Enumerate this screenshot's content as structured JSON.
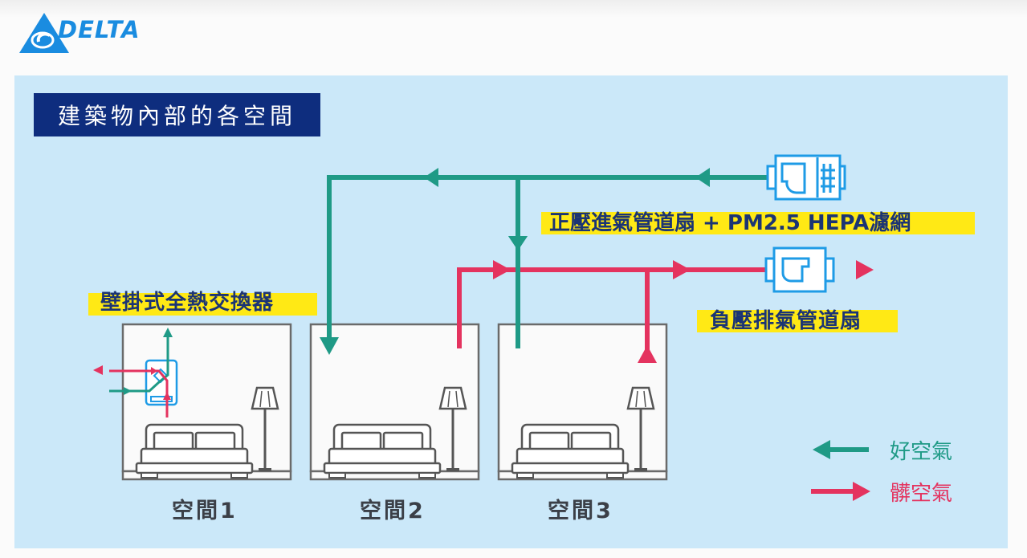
{
  "brand": {
    "name": "DELTA",
    "logo_icon": "delta-triangle-logo",
    "color": "#1a8ce0"
  },
  "title": "建築物內部的各空間",
  "colors": {
    "panel_bg": "#cbe8f9",
    "title_bg": "#0e2d7e",
    "good_air": "#1f9a86",
    "bad_air": "#e4335f",
    "highlight": "#ffe915",
    "label_text": "#1b3474",
    "device_blue": "#1e9be6"
  },
  "devices": {
    "intake_fan": {
      "label": "正壓進氣管道扇 + PM2.5 HEPA濾網",
      "icon": "fan-with-filter-icon"
    },
    "exhaust_fan": {
      "label": "負壓排氣管道扇",
      "icon": "fan-icon"
    },
    "wall_erv": {
      "label": "壁掛式全熱交換器",
      "icon": "heat-exchanger-icon"
    }
  },
  "rooms": [
    {
      "label": "空間1",
      "furniture": [
        "bed",
        "floor-lamp"
      ],
      "has_erv": true
    },
    {
      "label": "空間2",
      "furniture": [
        "bed",
        "floor-lamp"
      ],
      "has_erv": false
    },
    {
      "label": "空間3",
      "furniture": [
        "bed",
        "floor-lamp"
      ],
      "has_erv": false
    }
  ],
  "legend": [
    {
      "label": "好空氣",
      "direction": "left",
      "color": "#1f9a86"
    },
    {
      "label": "髒空氣",
      "direction": "right",
      "color": "#e4335f"
    }
  ]
}
